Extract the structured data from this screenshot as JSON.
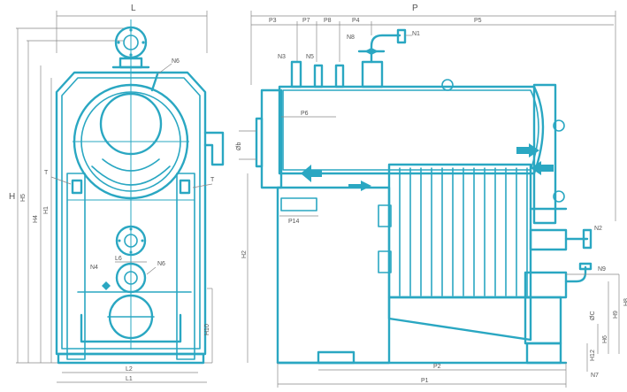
{
  "front_view": {
    "top_label": "L",
    "width_labels": {
      "l1": "L1",
      "l2": "L2",
      "l6": "L6"
    },
    "height_labels": {
      "h": "H",
      "h5": "H5",
      "h4": "H4",
      "h1": "H1",
      "h10": "H10"
    },
    "nozzle_labels": {
      "n6_top": "N6",
      "n6_mid": "N6",
      "n4": "N4",
      "t_left": "T",
      "t_right": "T"
    }
  },
  "side_view": {
    "top_label": "P",
    "top_dims": {
      "p3": "P3",
      "p7": "P7",
      "p8": "P8",
      "p4": "P4",
      "p5": "P5"
    },
    "nozzles": {
      "n8": "N8",
      "n1": "N1",
      "n3": "N3",
      "n5": "N5",
      "n2": "N2",
      "n9": "N9",
      "n7": "N7"
    },
    "dims": {
      "p6": "P6",
      "phi_b": "Øb",
      "p14": "P14",
      "h2": "H2",
      "p2": "P2",
      "p1": "P1"
    },
    "right_dims": {
      "h8": "H8",
      "h9": "H9",
      "phi_c": "ØC",
      "h6": "H6",
      "h12": "H12"
    }
  }
}
